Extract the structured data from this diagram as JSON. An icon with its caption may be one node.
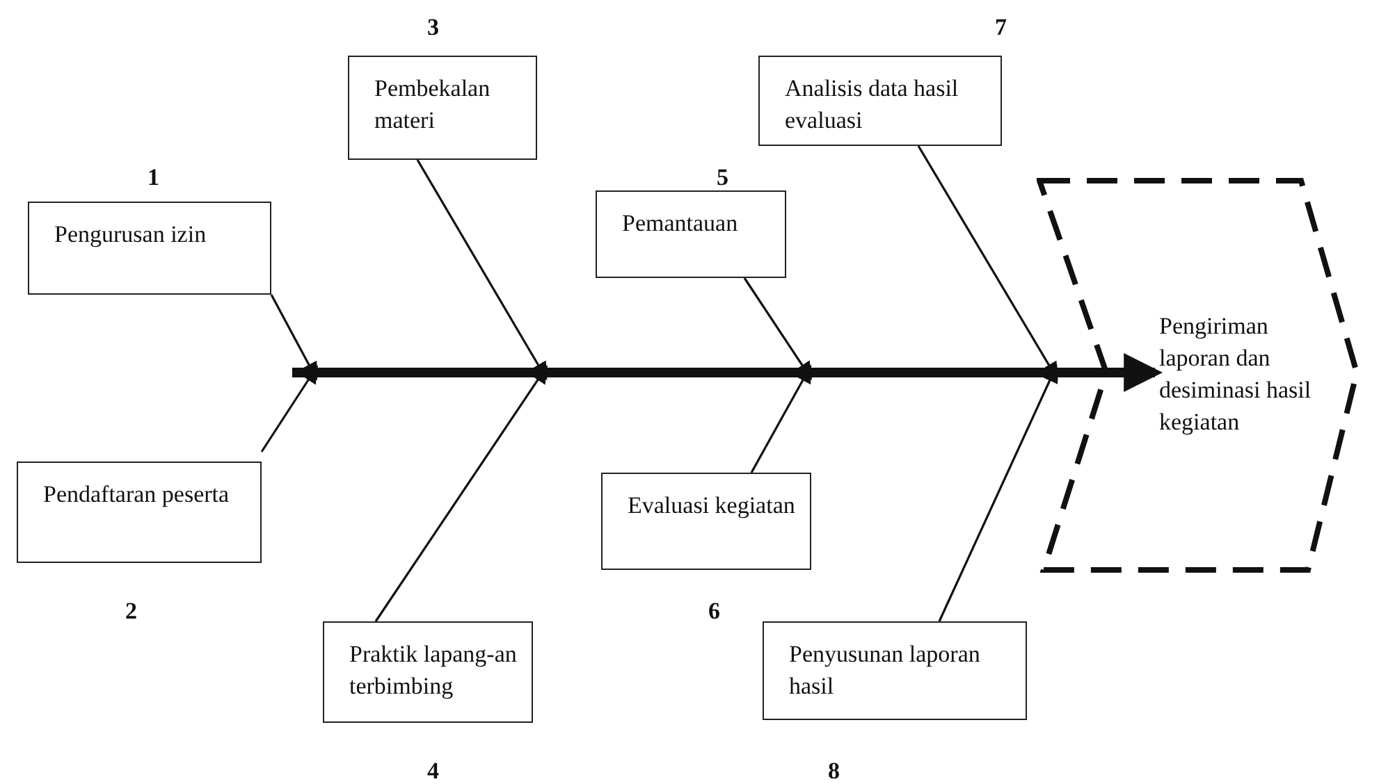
{
  "diagram": {
    "nodes": [
      {
        "text": [
          "Pengurusan izin"
        ],
        "beside": [
          "1"
        ]
      },
      {
        "text": [
          "Pendaftaran peserta"
        ],
        "beside": [
          "2"
        ]
      },
      {
        "text": [
          "Pembekalan materi"
        ],
        "beside": [
          "3"
        ]
      },
      {
        "text": [
          "Praktik lapang-an terbimbing"
        ],
        "beside": [
          "4"
        ]
      },
      {
        "text": [
          "Pemantauan"
        ],
        "beside": [
          "5"
        ]
      },
      {
        "text": [
          "Evaluasi kegiatan"
        ],
        "beside": [
          "6"
        ]
      },
      {
        "text": [
          "Analisis data hasil evaluasi"
        ],
        "beside": [
          "7"
        ]
      },
      {
        "text": [
          "Penyusunan laporan hasil"
        ],
        "beside": [
          "8"
        ]
      },
      {
        "text": [
          "Pengiriman laporan dan desiminasi hasil kegiatan"
        ]
      }
    ],
    "edges": [
      {
        "from": 0,
        "to": null,
        "arrow": "to"
      },
      {
        "from": 1,
        "to": null,
        "arrow": "to"
      },
      {
        "from": 2,
        "to": null,
        "arrow": "to"
      },
      {
        "from": 3,
        "to": null,
        "arrow": "to"
      },
      {
        "from": 4,
        "to": null,
        "arrow": "to"
      },
      {
        "from": 5,
        "to": null,
        "arrow": "to"
      },
      {
        "from": 6,
        "to": null,
        "arrow": "to"
      },
      {
        "from": 7,
        "to": null,
        "arrow": "to"
      },
      {
        "from": null,
        "to": 8,
        "arrow": "to",
        "style": "thick"
      }
    ]
  }
}
